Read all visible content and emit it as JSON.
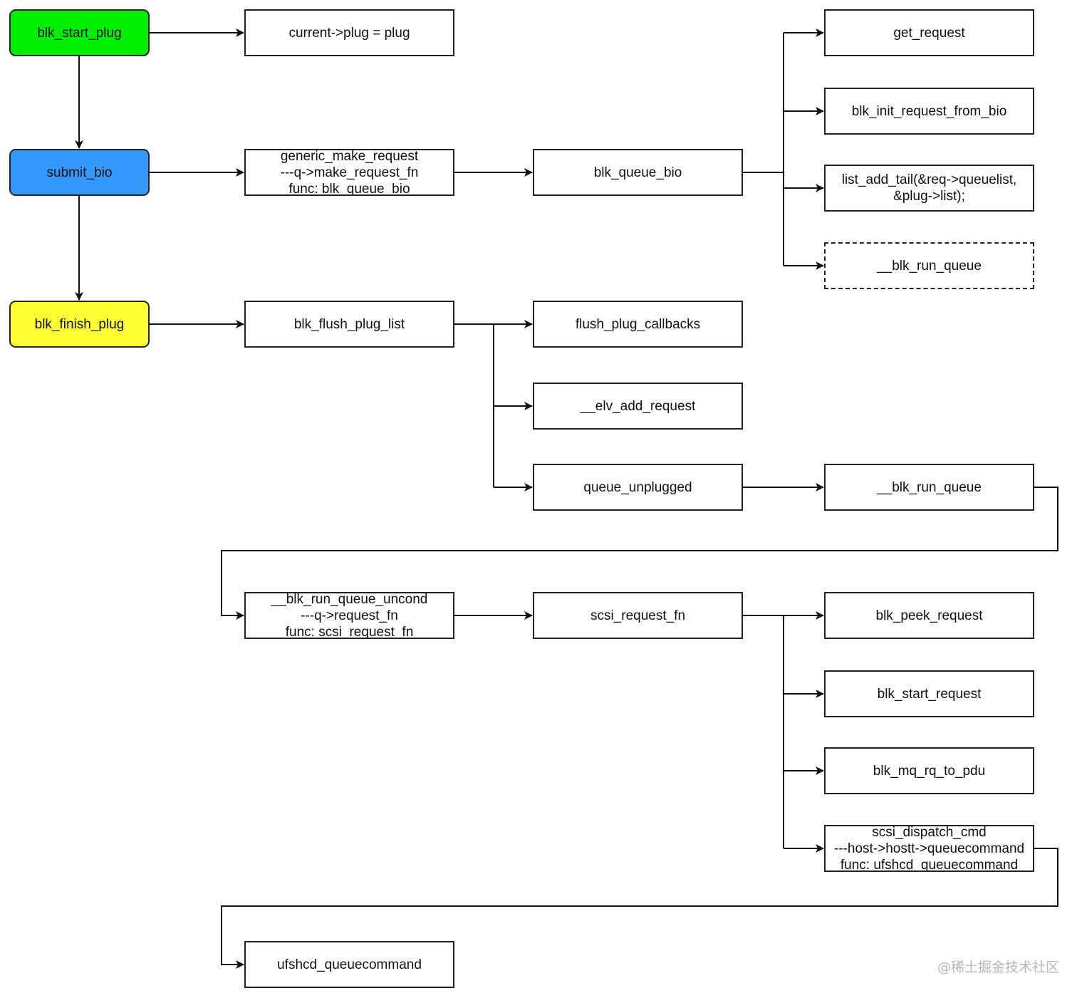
{
  "colors": {
    "start_fill": "#00ee00",
    "submit_fill": "#3399ff",
    "finish_fill": "#ffff33",
    "box_fill": "#ffffff",
    "stroke": "#222222",
    "watermark": "#b7b7b7"
  },
  "nodes": {
    "blk_start_plug": {
      "lines": [
        "blk_start_plug"
      ]
    },
    "current_plug": {
      "lines": [
        "current->plug = plug"
      ]
    },
    "submit_bio": {
      "lines": [
        "submit_bio"
      ]
    },
    "generic_make_request": {
      "lines": [
        "generic_make_request",
        "---q->make_request_fn",
        "func: blk_queue_bio"
      ]
    },
    "blk_queue_bio": {
      "lines": [
        "blk_queue_bio"
      ]
    },
    "get_request": {
      "lines": [
        "get_request"
      ]
    },
    "blk_init_request_from_bio": {
      "lines": [
        "blk_init_request_from_bio"
      ]
    },
    "list_add_tail": {
      "lines": [
        "list_add_tail(&req->queuelist,",
        "&plug->list);"
      ]
    },
    "blk_run_queue_dashed": {
      "lines": [
        "__blk_run_queue"
      ]
    },
    "blk_finish_plug": {
      "lines": [
        "blk_finish_plug"
      ]
    },
    "blk_flush_plug_list": {
      "lines": [
        "blk_flush_plug_list"
      ]
    },
    "flush_plug_callbacks": {
      "lines": [
        "flush_plug_callbacks"
      ]
    },
    "elv_add_request": {
      "lines": [
        "__elv_add_request"
      ]
    },
    "queue_unplugged": {
      "lines": [
        "queue_unplugged"
      ]
    },
    "blk_run_queue": {
      "lines": [
        "__blk_run_queue"
      ]
    },
    "blk_run_queue_uncond": {
      "lines": [
        "__blk_run_queue_uncond",
        "---q->request_fn",
        "func: scsi_request_fn"
      ]
    },
    "scsi_request_fn": {
      "lines": [
        "scsi_request_fn"
      ]
    },
    "blk_peek_request": {
      "lines": [
        "blk_peek_request"
      ]
    },
    "blk_start_request": {
      "lines": [
        "blk_start_request"
      ]
    },
    "blk_mq_rq_to_pdu": {
      "lines": [
        "blk_mq_rq_to_pdu"
      ]
    },
    "scsi_dispatch_cmd": {
      "lines": [
        "scsi_dispatch_cmd",
        "---host->hostt->queuecommand",
        "func: ufshcd_queuecommand"
      ]
    },
    "ufshcd_queuecommand": {
      "lines": [
        "ufshcd_queuecommand"
      ]
    }
  },
  "edges": [
    {
      "from": "blk_start_plug",
      "to": "current_plug"
    },
    {
      "from": "blk_start_plug",
      "to": "submit_bio"
    },
    {
      "from": "submit_bio",
      "to": "generic_make_request"
    },
    {
      "from": "submit_bio",
      "to": "blk_finish_plug"
    },
    {
      "from": "generic_make_request",
      "to": "blk_queue_bio"
    },
    {
      "from": "blk_queue_bio",
      "to": "get_request"
    },
    {
      "from": "blk_queue_bio",
      "to": "blk_init_request_from_bio"
    },
    {
      "from": "blk_queue_bio",
      "to": "list_add_tail"
    },
    {
      "from": "blk_queue_bio",
      "to": "blk_run_queue_dashed"
    },
    {
      "from": "blk_finish_plug",
      "to": "blk_flush_plug_list"
    },
    {
      "from": "blk_flush_plug_list",
      "to": "flush_plug_callbacks"
    },
    {
      "from": "blk_flush_plug_list",
      "to": "elv_add_request"
    },
    {
      "from": "blk_flush_plug_list",
      "to": "queue_unplugged"
    },
    {
      "from": "queue_unplugged",
      "to": "blk_run_queue"
    },
    {
      "from": "blk_run_queue",
      "to": "blk_run_queue_uncond"
    },
    {
      "from": "blk_run_queue_uncond",
      "to": "scsi_request_fn"
    },
    {
      "from": "scsi_request_fn",
      "to": "blk_peek_request"
    },
    {
      "from": "scsi_request_fn",
      "to": "blk_start_request"
    },
    {
      "from": "scsi_request_fn",
      "to": "blk_mq_rq_to_pdu"
    },
    {
      "from": "scsi_request_fn",
      "to": "scsi_dispatch_cmd"
    },
    {
      "from": "scsi_dispatch_cmd",
      "to": "ufshcd_queuecommand"
    }
  ],
  "watermark": "@稀土掘金技术社区"
}
